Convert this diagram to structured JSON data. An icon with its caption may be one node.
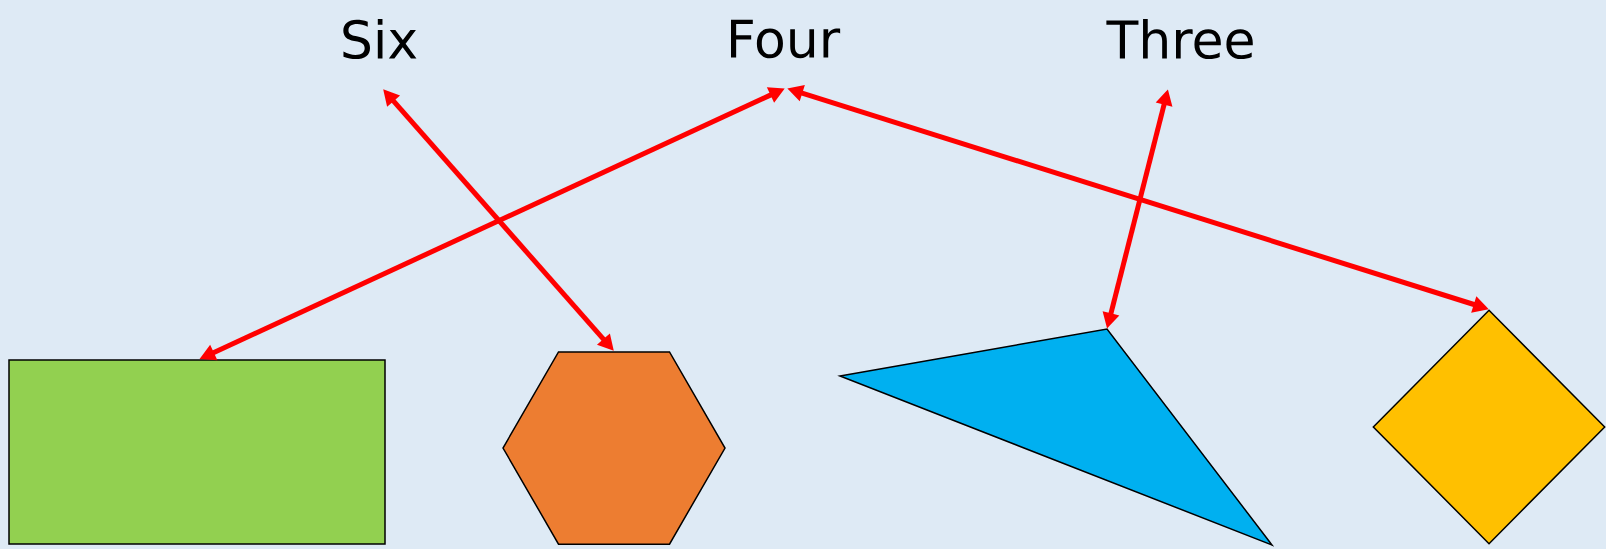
{
  "diagram": {
    "nodes": [
      {
        "text": [
          "Six"
        ]
      },
      {
        "text": [
          "Four"
        ]
      },
      {
        "text": [
          "Three"
        ]
      },
      {
        "text": [],
        "shape": "box"
      },
      {
        "text": [],
        "shape": "hexagon"
      },
      {
        "text": [],
        "shape": "triangle"
      },
      {
        "text": [],
        "shape": "diamond"
      }
    ],
    "edges": [
      {
        "from": 0,
        "to": 4,
        "arrow": "both"
      },
      {
        "from": 1,
        "to": 3,
        "arrow": "both"
      },
      {
        "from": 1,
        "to": 6,
        "arrow": "both"
      },
      {
        "from": 2,
        "to": 5,
        "arrow": "both"
      }
    ]
  }
}
